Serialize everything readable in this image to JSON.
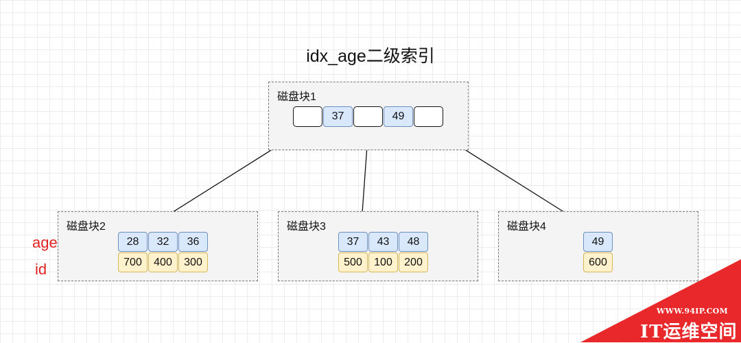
{
  "title": "idx_age二级索引",
  "root": {
    "label": "磁盘块1",
    "keys": [
      "37",
      "49"
    ]
  },
  "leaves": [
    {
      "label": "磁盘块2",
      "ages": [
        "28",
        "32",
        "36"
      ],
      "ids": [
        "700",
        "400",
        "300"
      ]
    },
    {
      "label": "磁盘块3",
      "ages": [
        "37",
        "43",
        "48"
      ],
      "ids": [
        "500",
        "100",
        "200"
      ]
    },
    {
      "label": "磁盘块4",
      "ages": [
        "49"
      ],
      "ids": [
        "600"
      ]
    }
  ],
  "annotations": {
    "age": "age",
    "id": "id"
  },
  "watermark": {
    "url": "WWW.94IP.COM",
    "name": "IT运维空间"
  },
  "colors": {
    "key_fill": "#dae8fc",
    "id_fill": "#fff2cc",
    "arrow_red": "#e32222",
    "watermark_red": "#e8282b"
  }
}
